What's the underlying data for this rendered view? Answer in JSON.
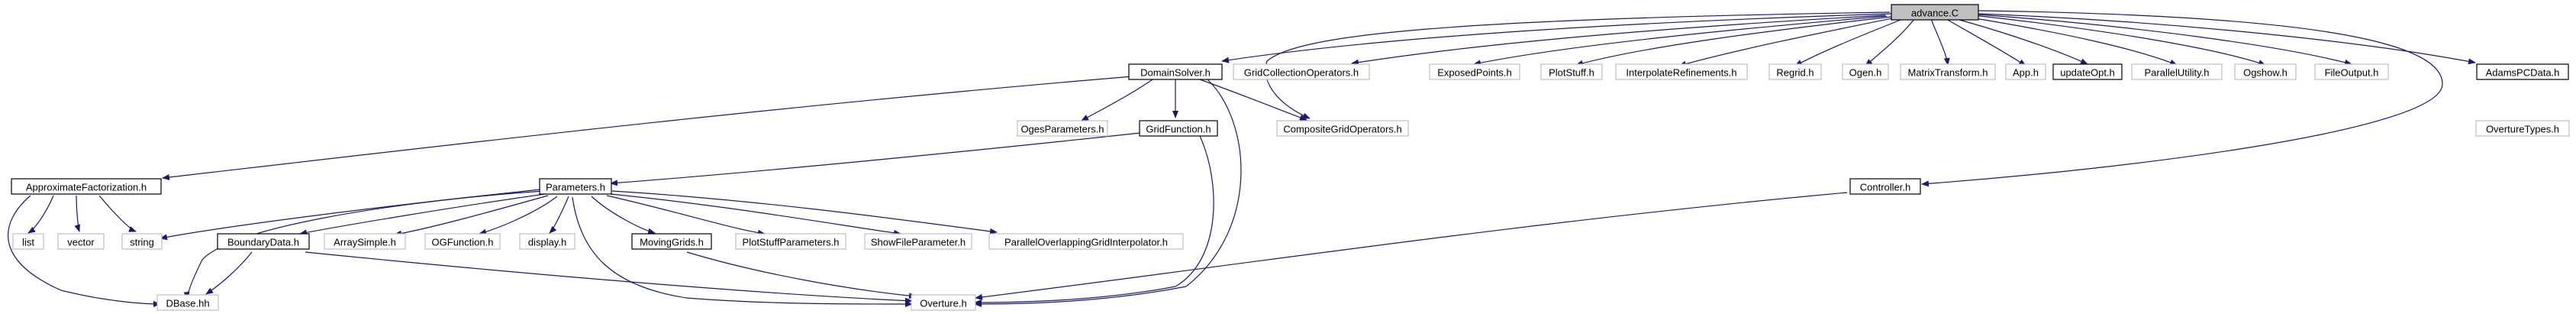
{
  "colors": {
    "edge": "#191970",
    "root_fill": "#bfbfbf",
    "node_fill": "#ffffff",
    "border_strong": "#000000",
    "border_light": "#bfbfbf"
  },
  "nodes": [
    {
      "id": "advance",
      "label": "advance.C",
      "kind": "root"
    },
    {
      "id": "domainsolver",
      "label": "DomainSolver.h",
      "kind": "linked"
    },
    {
      "id": "gridcoll",
      "label": "GridCollectionOperators.h",
      "kind": "plain"
    },
    {
      "id": "exposed",
      "label": "ExposedPoints.h",
      "kind": "plain"
    },
    {
      "id": "plotstuff",
      "label": "PlotStuff.h",
      "kind": "plain"
    },
    {
      "id": "interpref",
      "label": "InterpolateRefinements.h",
      "kind": "plain"
    },
    {
      "id": "regrid",
      "label": "Regrid.h",
      "kind": "plain"
    },
    {
      "id": "ogen",
      "label": "Ogen.h",
      "kind": "plain"
    },
    {
      "id": "matrixtransform",
      "label": "MatrixTransform.h",
      "kind": "plain"
    },
    {
      "id": "app",
      "label": "App.h",
      "kind": "plain"
    },
    {
      "id": "updateopt",
      "label": "updateOpt.h",
      "kind": "linked"
    },
    {
      "id": "parallelutility",
      "label": "ParallelUtility.h",
      "kind": "plain"
    },
    {
      "id": "ogshow",
      "label": "Ogshow.h",
      "kind": "plain"
    },
    {
      "id": "fileoutput",
      "label": "FileOutput.h",
      "kind": "plain"
    },
    {
      "id": "adamspcdata",
      "label": "AdamsPCData.h",
      "kind": "linked"
    },
    {
      "id": "ogesparams",
      "label": "OgesParameters.h",
      "kind": "plain"
    },
    {
      "id": "gridfunction",
      "label": "GridFunction.h",
      "kind": "linked"
    },
    {
      "id": "compositegridops",
      "label": "CompositeGridOperators.h",
      "kind": "plain"
    },
    {
      "id": "overturetypes",
      "label": "OvertureTypes.h",
      "kind": "plain"
    },
    {
      "id": "approxfact",
      "label": "ApproximateFactorization.h",
      "kind": "linked"
    },
    {
      "id": "parameters",
      "label": "Parameters.h",
      "kind": "linked"
    },
    {
      "id": "controller",
      "label": "Controller.h",
      "kind": "linked"
    },
    {
      "id": "list",
      "label": "list",
      "kind": "plain"
    },
    {
      "id": "vector",
      "label": "vector",
      "kind": "plain"
    },
    {
      "id": "string",
      "label": "string",
      "kind": "plain"
    },
    {
      "id": "boundarydata",
      "label": "BoundaryData.h",
      "kind": "linked"
    },
    {
      "id": "arraysimple",
      "label": "ArraySimple.h",
      "kind": "plain"
    },
    {
      "id": "ogfunction",
      "label": "OGFunction.h",
      "kind": "plain"
    },
    {
      "id": "display",
      "label": "display.h",
      "kind": "plain"
    },
    {
      "id": "movinggrids",
      "label": "MovingGrids.h",
      "kind": "linked"
    },
    {
      "id": "plotstuffparams",
      "label": "PlotStuffParameters.h",
      "kind": "plain"
    },
    {
      "id": "showfileparam",
      "label": "ShowFileParameter.h",
      "kind": "plain"
    },
    {
      "id": "parallelogi",
      "label": "ParallelOverlappingGridInterpolator.h",
      "kind": "plain"
    },
    {
      "id": "dbase",
      "label": "DBase.hh",
      "kind": "plain"
    },
    {
      "id": "overture",
      "label": "Overture.h",
      "kind": "plain"
    }
  ]
}
